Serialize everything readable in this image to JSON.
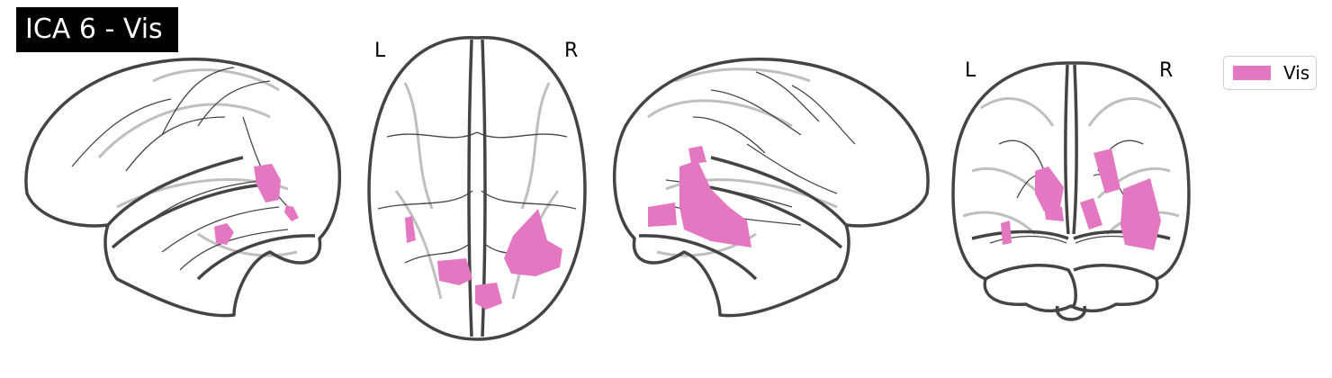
{
  "title": "ICA 6 - Vis",
  "component_color": "#e377c2",
  "views": {
    "axial": {
      "left_label": "L",
      "right_label": "R"
    },
    "coronal": {
      "left_label": "L",
      "right_label": "R"
    }
  },
  "legend": {
    "label": "Vis",
    "color": "#e377c2"
  }
}
